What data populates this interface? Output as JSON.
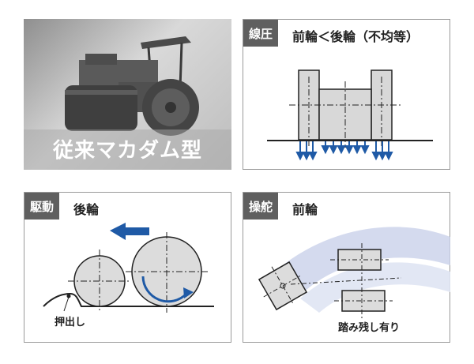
{
  "photo": {
    "title": "従来マカダム型"
  },
  "panels": {
    "pressure": {
      "tag": "線圧",
      "title": "前輪＜後輪（不均等）"
    },
    "drive": {
      "tag": "駆動",
      "title": "後輪",
      "label": "押出し"
    },
    "steer": {
      "tag": "操舵",
      "title": "前輪",
      "label": "踏み残し有り"
    }
  },
  "colors": {
    "accent": "#1f5aa6",
    "track": "#c9d1ea",
    "wheel": "#dcdcdc",
    "tag": "#5f5f5f"
  }
}
